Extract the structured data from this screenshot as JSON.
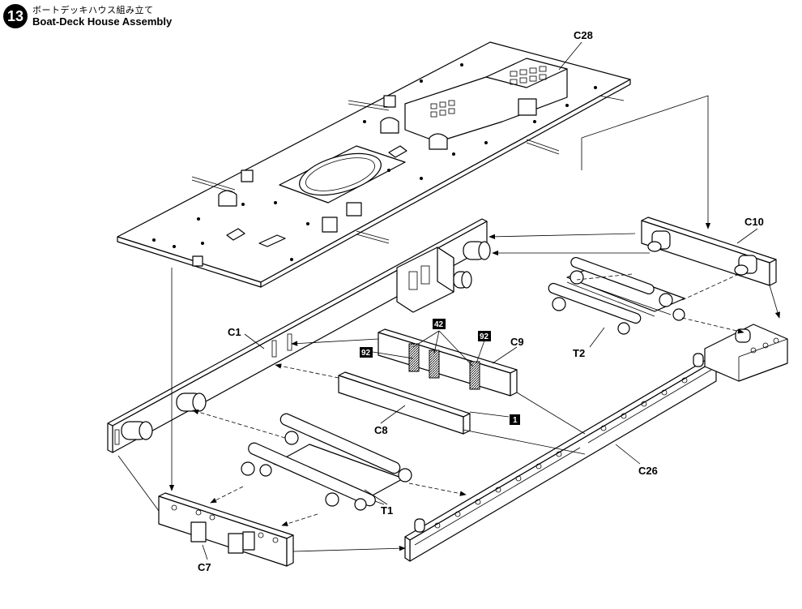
{
  "header": {
    "step_number": "13",
    "title_jp": "ボートデッキハウス組み立て",
    "title_en": "Boat-Deck House Assembly"
  },
  "parts": {
    "c28": "C28",
    "c10": "C10",
    "t2": "T2",
    "c1": "C1",
    "c9": "C9",
    "c8": "C8",
    "c26": "C26",
    "t1": "T1",
    "c7": "C7"
  },
  "paint_codes": {
    "code_42": "42",
    "code_92_left": "92",
    "code_92_right": "92",
    "code_1": "1"
  }
}
